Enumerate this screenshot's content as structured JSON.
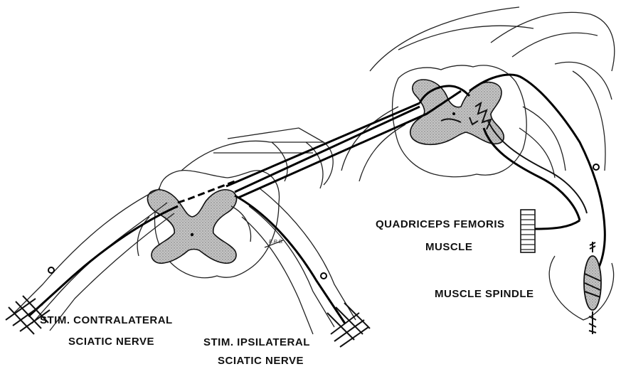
{
  "labels": {
    "stim_contra_1": "STIM. CONTRALATERAL",
    "stim_contra_2": "SCIATIC NERVE",
    "stim_ipsi_1": "STIM. IPSILATERAL",
    "stim_ipsi_2": "SCIATIC NERVE",
    "quadriceps_1": "QUADRICEPS FEMORIS",
    "quadriceps_2": "MUSCLE",
    "spindle": "MUSCLE SPINDLE",
    "signature": "E.R.B."
  },
  "colors": {
    "ink": "#111111",
    "gray_matter": "#b8b8b8",
    "background": "#ffffff"
  }
}
